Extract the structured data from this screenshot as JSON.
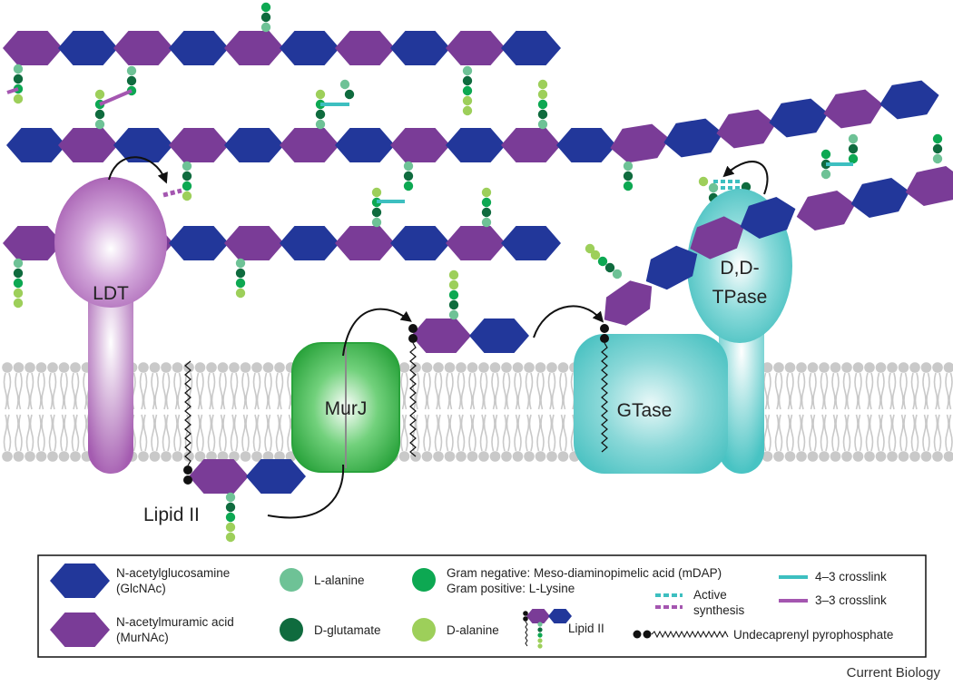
{
  "colors": {
    "glcnac": "#22379a",
    "murnac": "#7a3c97",
    "l_alanine": "#6ec296",
    "d_glutamate": "#0f6b3e",
    "mdap_lys": "#0da852",
    "d_alanine": "#9dcf5a",
    "crosslink_43": "#3dbfc0",
    "crosslink_33": "#a456b0",
    "ldt": "#a45bb0",
    "murj": "#3bb74a",
    "gtase": "#48c3c3",
    "membrane": "#c9c9c9"
  },
  "labels": {
    "ldt": "LDT",
    "murj": "MurJ",
    "gtase": "GTase",
    "dd_tpase_line1": "D,D-",
    "dd_tpase_line2": "TPase",
    "lipid_ii": "Lipid II"
  },
  "legend": {
    "glcnac_1": "N-acetylglucosamine",
    "glcnac_2": "(GlcNAc)",
    "murnac_1": "N-acetylmuramic acid",
    "murnac_2": "(MurNAc)",
    "l_alanine": "L-alanine",
    "d_glutamate": "D-glutamate",
    "d_alanine": "D-alanine",
    "mdap_1": "Gram negative: Meso-diaminopimelic acid (mDAP)",
    "mdap_2": "Gram positive: L-Lysine",
    "active_1": "Active",
    "active_2": "synthesis",
    "lipid_ii": "Lipid II",
    "crosslink_43": "4–3 crosslink",
    "crosslink_33": "3–3 crosslink",
    "undecaprenyl": "Undecaprenyl pyrophosphate"
  },
  "credit": "Current Biology"
}
